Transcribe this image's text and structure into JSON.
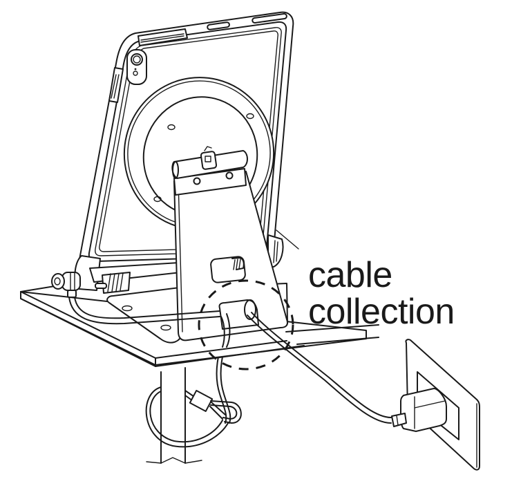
{
  "figure": {
    "type": "technical line illustration",
    "subject": "tablet in rotating protective case on desk stand with security lock and charging cable",
    "callout": {
      "line1": "cable",
      "line2": "collection",
      "indicator": "dashed circle around cable slot at base of stand"
    },
    "colors": {
      "line": "#1a1a1a",
      "background": "#ffffff"
    },
    "components": [
      "tablet-case",
      "rotating-back-disc",
      "stand-arm",
      "stand-base-plate",
      "desk-surface",
      "desk-leg",
      "security-lock",
      "security-cable",
      "charging-cable",
      "wall-outlet",
      "power-adapter"
    ]
  }
}
